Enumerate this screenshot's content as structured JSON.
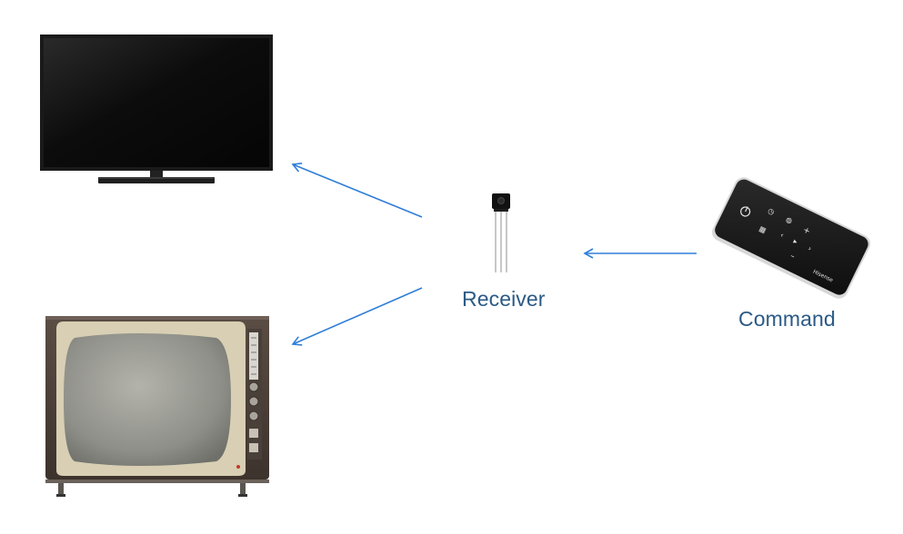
{
  "labels": {
    "receiver": "Receiver",
    "command": "Command"
  },
  "remote": {
    "brand": "Hisense"
  },
  "colors": {
    "arrow": "#2f7ed8",
    "label": "#2b5a86"
  },
  "icons": [
    "flat-tv-icon",
    "vintage-tv-icon",
    "ir-receiver-icon",
    "remote-control-icon"
  ]
}
